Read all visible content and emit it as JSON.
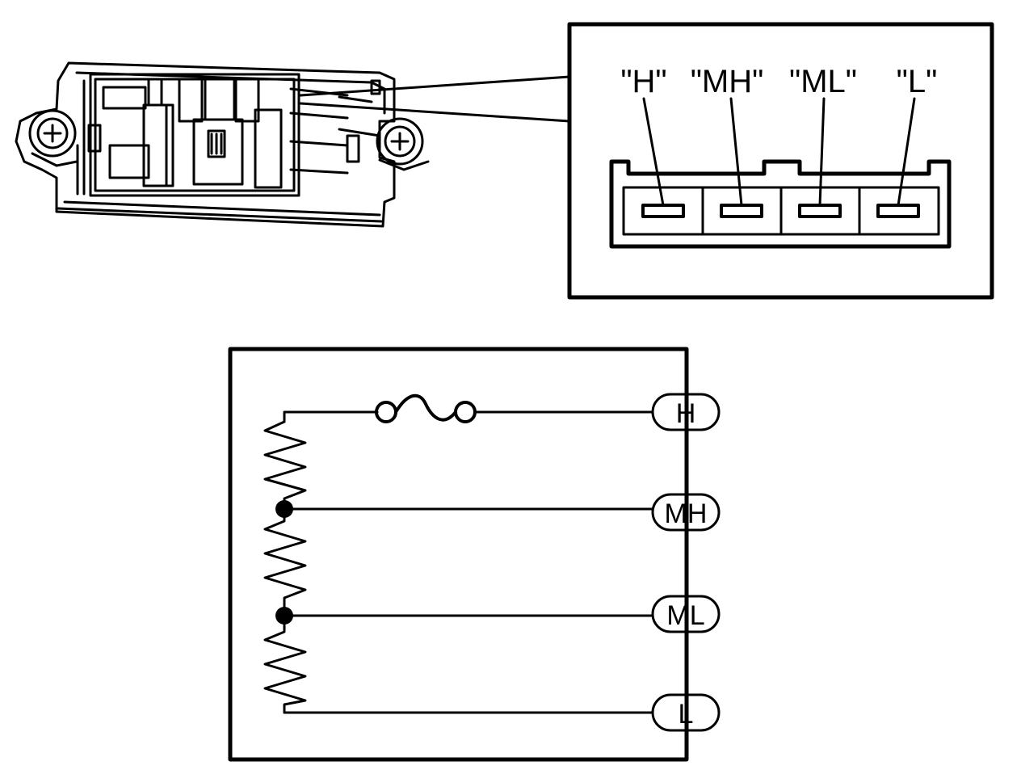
{
  "connector_view": {
    "terminal_labels": [
      "\"H\"",
      "\"MH\"",
      "\"ML\"",
      "\"L\""
    ]
  },
  "schematic": {
    "terminals": [
      "H",
      "MH",
      "ML",
      "L"
    ]
  },
  "colors": {
    "ink": "#000000",
    "paper": "#ffffff"
  }
}
